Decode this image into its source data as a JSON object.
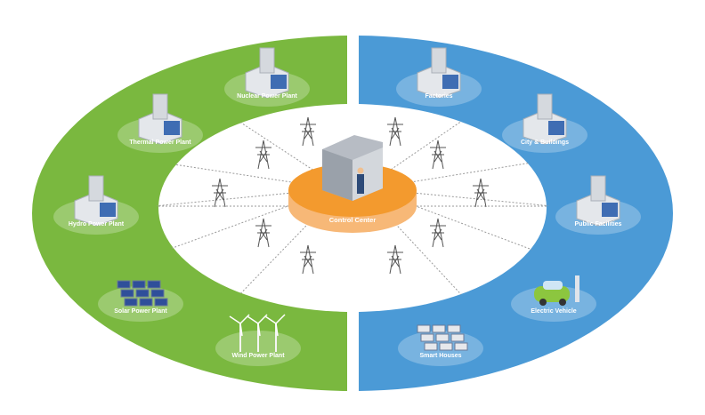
{
  "colors": {
    "supply": "#7ab83f",
    "demand": "#4b9ad6",
    "control": "#f39a2e",
    "line": "#9a9a9a"
  },
  "control_center": {
    "label": "Control Center",
    "icon": "server-rack-operator-icon"
  },
  "supply": [
    {
      "label": "Nuclear Power Plant",
      "icon": "nuclear-plant-icon"
    },
    {
      "label": "Thermal Power Plant",
      "icon": "thermal-plant-icon"
    },
    {
      "label": "Hydro Power Plant",
      "icon": "hydro-dam-icon"
    },
    {
      "label": "Solar Power Plant",
      "icon": "solar-panel-icon"
    },
    {
      "label": "Wind Power Plant",
      "icon": "wind-turbine-icon"
    }
  ],
  "demand": [
    {
      "label": "Factories",
      "icon": "factory-icon"
    },
    {
      "label": "City & Buildings",
      "icon": "city-buildings-icon"
    },
    {
      "label": "Public Facilities",
      "icon": "public-facility-icon"
    },
    {
      "label": "Electric Vehicle",
      "icon": "electric-car-icon"
    },
    {
      "label": "Smart Houses",
      "icon": "smart-house-icon"
    }
  ]
}
